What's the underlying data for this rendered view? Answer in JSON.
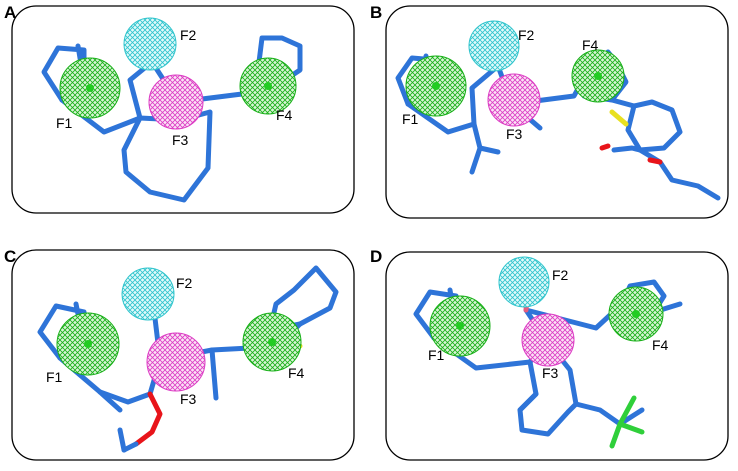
{
  "panels": [
    {
      "id": "A",
      "letter": "A",
      "labels": {
        "f1": "F1",
        "f2": "F2",
        "f3": "F3",
        "f4": "F4"
      }
    },
    {
      "id": "B",
      "letter": "B",
      "labels": {
        "f1": "F1",
        "f2": "F2",
        "f3": "F3",
        "f4": "F4"
      }
    },
    {
      "id": "C",
      "letter": "C",
      "labels": {
        "f1": "F1",
        "f2": "F2",
        "f3": "F3",
        "f4": "F4"
      }
    },
    {
      "id": "D",
      "letter": "D",
      "labels": {
        "f1": "F1",
        "f2": "F2",
        "f3": "F3",
        "f4": "F4"
      }
    }
  ],
  "colors": {
    "hydrophobic_sphere": "#20b820",
    "acceptor_sphere": "#30c8d0",
    "positive_sphere": "#e040c8",
    "carbon_bond": "#2e74d8",
    "oxygen": "#e8141a",
    "sulfur": "#e8e020",
    "fluorine": "#2fcf3a"
  }
}
